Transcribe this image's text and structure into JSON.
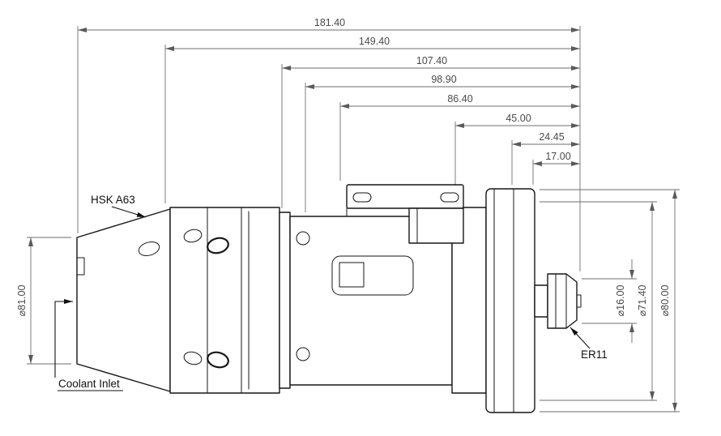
{
  "drawing": {
    "labels": {
      "hsk": "HSK A63",
      "coolant": "Coolant Inlet",
      "er11": "ER11"
    },
    "dimensions": {
      "horizontal": [
        "181.40",
        "149.40",
        "107.40",
        "98.90",
        "86.40",
        "45.00",
        "24.45",
        "17.00"
      ],
      "vertical": [
        "⌀81.00",
        "⌀16.00",
        "⌀71.40",
        "⌀80.00"
      ]
    },
    "colors": {
      "part_line": "#161616",
      "dimension_line": "#6e6e6e",
      "dimension_text": "#4a4a4a",
      "background": "#ffffff"
    }
  }
}
